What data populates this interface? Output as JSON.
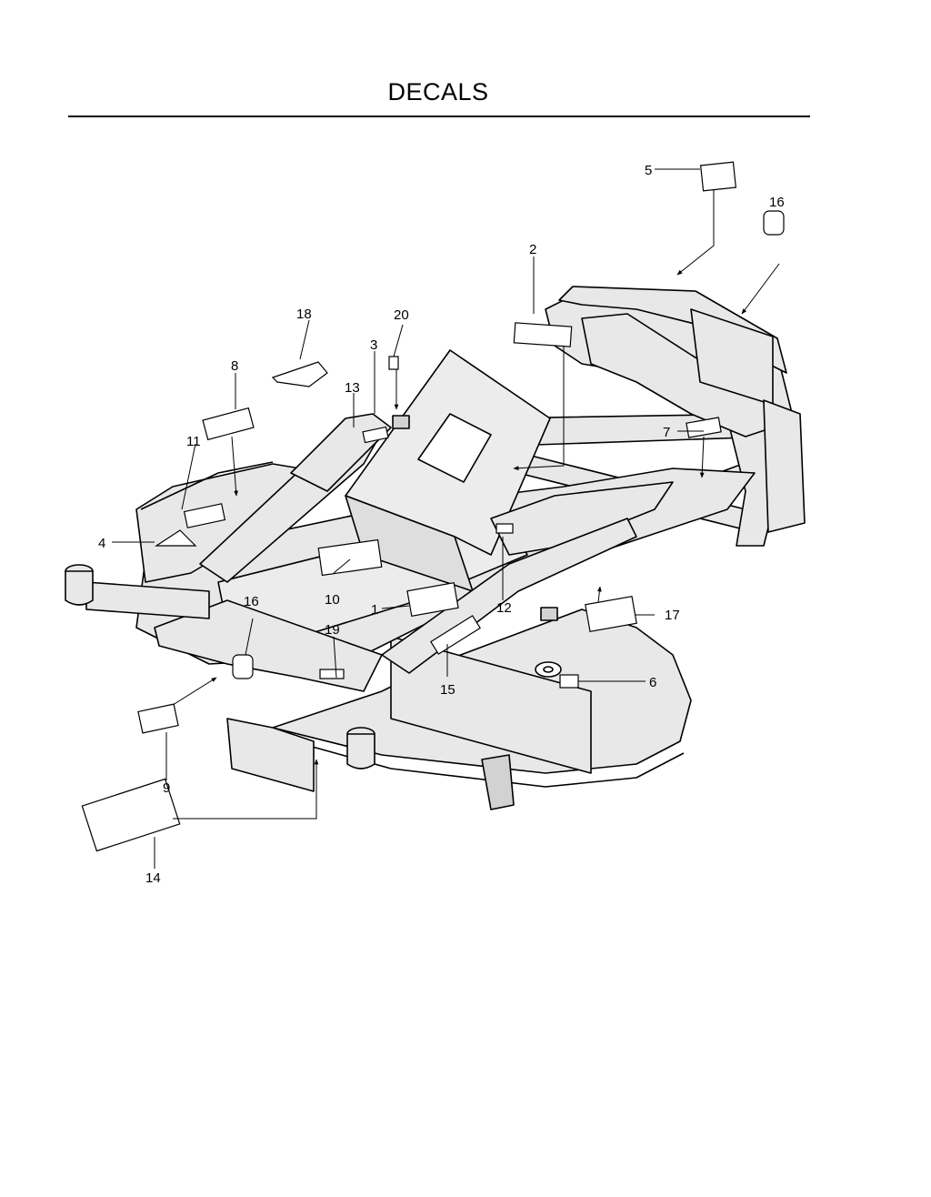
{
  "page": {
    "title": "DECALS"
  },
  "colors": {
    "body": "#e8e8e8",
    "shade": "#d2d2d2",
    "line": "#000000",
    "paper": "#ffffff"
  },
  "callouts": [
    {
      "id": "c1",
      "label": "1"
    },
    {
      "id": "c2",
      "label": "2"
    },
    {
      "id": "c3",
      "label": "3"
    },
    {
      "id": "c4",
      "label": "4"
    },
    {
      "id": "c5",
      "label": "5"
    },
    {
      "id": "c6",
      "label": "6"
    },
    {
      "id": "c7",
      "label": "7"
    },
    {
      "id": "c8",
      "label": "8"
    },
    {
      "id": "c9",
      "label": "9"
    },
    {
      "id": "c10",
      "label": "10"
    },
    {
      "id": "c11",
      "label": "11"
    },
    {
      "id": "c12",
      "label": "12"
    },
    {
      "id": "c13",
      "label": "13"
    },
    {
      "id": "c14",
      "label": "14"
    },
    {
      "id": "c15",
      "label": "15"
    },
    {
      "id": "c16a",
      "label": "16"
    },
    {
      "id": "c16b",
      "label": "16"
    },
    {
      "id": "c17",
      "label": "17"
    },
    {
      "id": "c18",
      "label": "18"
    },
    {
      "id": "c19",
      "label": "19"
    },
    {
      "id": "c20",
      "label": "20"
    }
  ]
}
